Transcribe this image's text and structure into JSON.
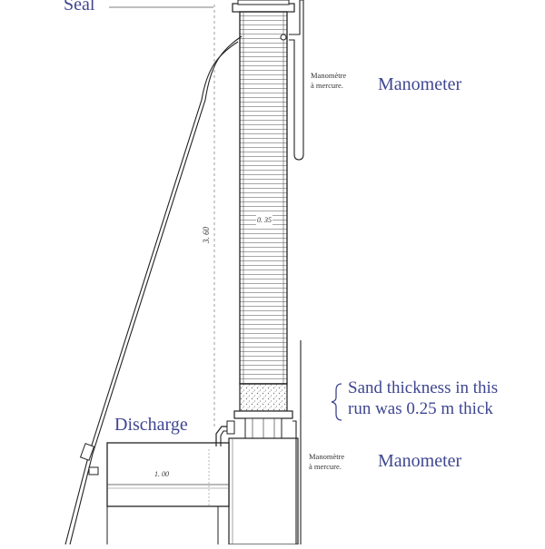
{
  "annotations": {
    "seal": "Seal",
    "manometer_top": "Manometer",
    "manometer_bottom": "Manometer",
    "discharge": "Discharge",
    "sand_line1": "Sand thickness in this",
    "sand_line2": "run was 0.25 m thick"
  },
  "original_labels": {
    "manometre_top_1": "Manomètre",
    "manometre_top_2": "à mercure.",
    "manometre_bottom_1": "Manomètre",
    "manometre_bottom_2": "à mercure.",
    "height_dim": "3. 60",
    "diameter_dim": "0. 35",
    "tank_dim": "1. 00"
  },
  "colors": {
    "annotation": "#3f4690",
    "drawing": "#2b2b2b"
  }
}
